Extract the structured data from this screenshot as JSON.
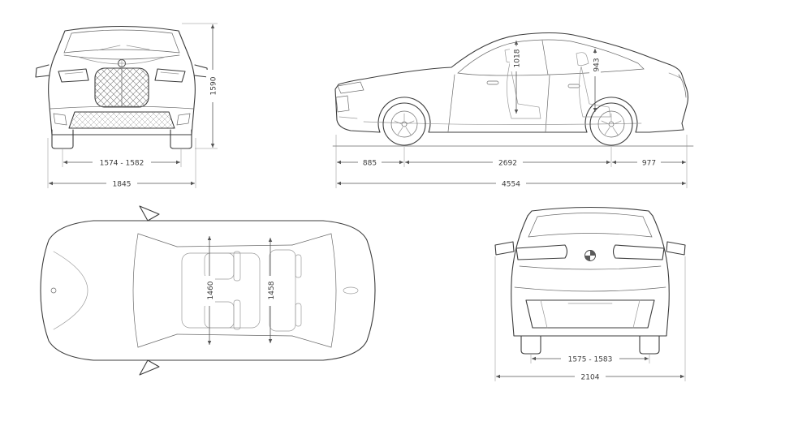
{
  "meta": {
    "background": "#ffffff",
    "line_color": "#3c3c3c",
    "dimension_color": "#555555"
  },
  "views": {
    "front": {
      "dims": {
        "track_width": "1574 - 1582",
        "overall_width": "1845",
        "height": "1590"
      }
    },
    "side": {
      "dims": {
        "front_headroom": "1018",
        "rear_headroom": "943",
        "front_overhang": "885",
        "wheelbase": "2692",
        "rear_overhang": "977",
        "overall_length": "4554"
      }
    },
    "top": {
      "dims": {
        "front_interior_width": "1460",
        "rear_interior_width": "1458"
      }
    },
    "rear": {
      "dims": {
        "track_width": "1575 - 1583",
        "overall_width_mirrors": "2104"
      }
    }
  }
}
